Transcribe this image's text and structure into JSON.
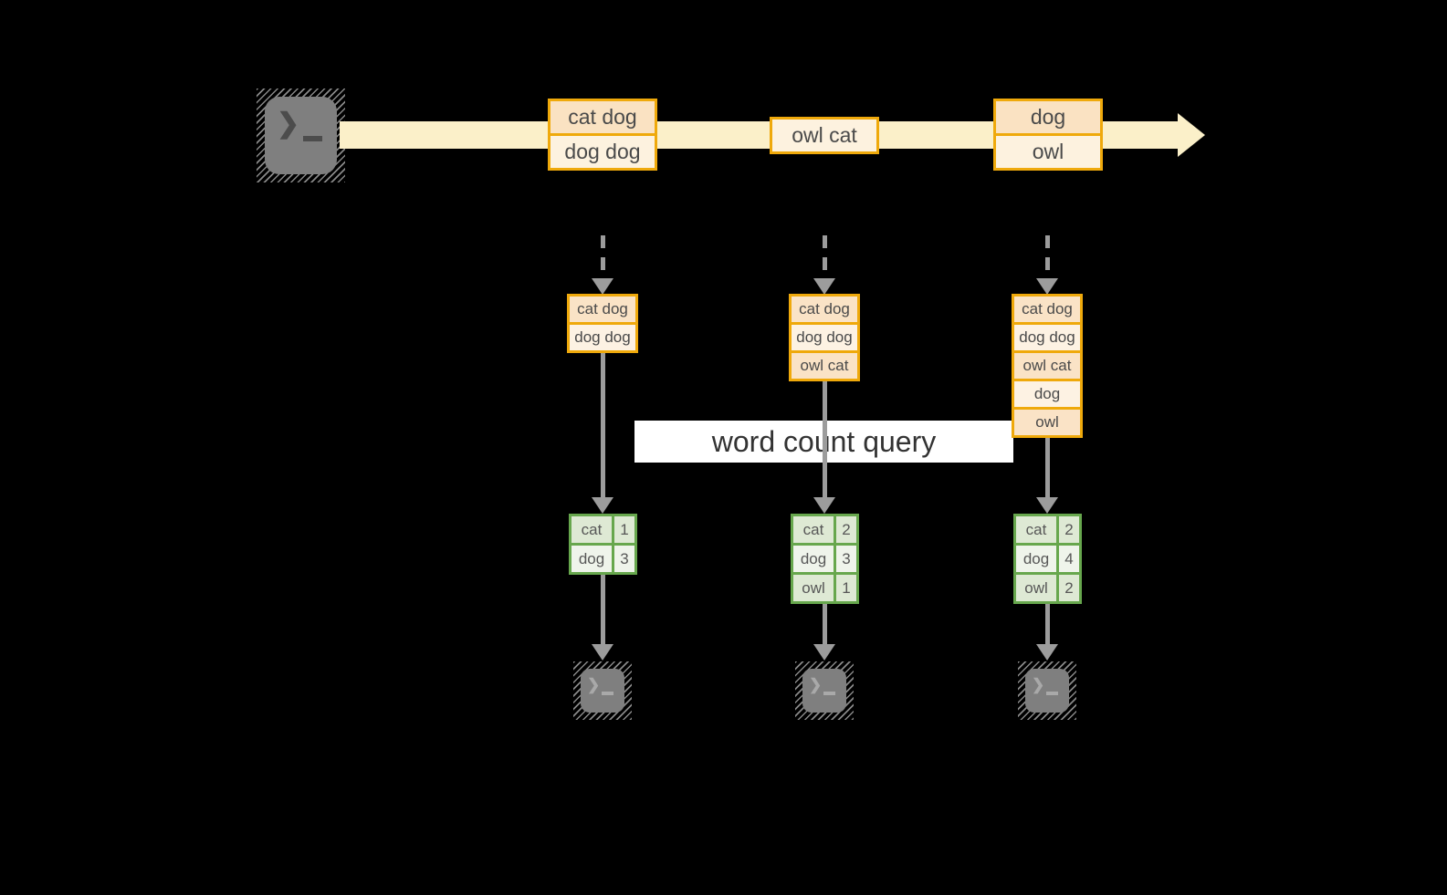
{
  "query_label": "word count query",
  "icons": {
    "terminal_prompt_glyph": "❯"
  },
  "colors": {
    "background": "#000000",
    "stream_band": "#FBF0C9",
    "event_border": "#EFA90B",
    "event_fill_peach": "#FAE2C2",
    "event_fill_cream": "#FDF2DF",
    "table_border": "#67A74D",
    "table_fill_sage": "#DEE9D4",
    "table_fill_light": "#EFF4EB",
    "arrow_gray": "#9C9C9C",
    "terminal_gray": "#7F7F7F",
    "label_background": "#FFFFFF"
  },
  "timeline": {
    "source": "terminal",
    "events": [
      {
        "lines": [
          "cat dog",
          "dog dog"
        ]
      },
      {
        "lines": [
          "owl cat"
        ]
      },
      {
        "lines": [
          "dog",
          "owl"
        ]
      }
    ]
  },
  "columns": [
    {
      "buffer": [
        "cat dog",
        "dog dog"
      ],
      "counts": [
        {
          "word": "cat",
          "count": "1"
        },
        {
          "word": "dog",
          "count": "3"
        }
      ]
    },
    {
      "buffer": [
        "cat dog",
        "dog dog",
        "owl cat"
      ],
      "counts": [
        {
          "word": "cat",
          "count": "2"
        },
        {
          "word": "dog",
          "count": "3"
        },
        {
          "word": "owl",
          "count": "1"
        }
      ]
    },
    {
      "buffer": [
        "cat dog",
        "dog dog",
        "owl cat",
        "dog",
        "owl"
      ],
      "counts": [
        {
          "word": "cat",
          "count": "2"
        },
        {
          "word": "dog",
          "count": "4"
        },
        {
          "word": "owl",
          "count": "2"
        }
      ]
    }
  ]
}
